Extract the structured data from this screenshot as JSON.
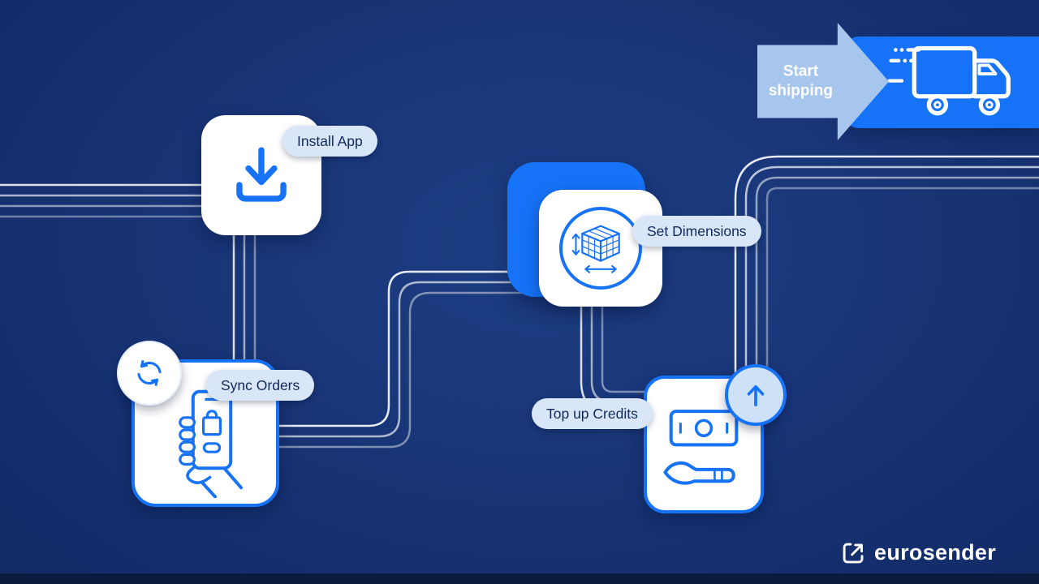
{
  "colors": {
    "accent_blue": "#1673f8",
    "arrow_light_blue": "#a7c6ee",
    "pill_bg": "#d9e6f8",
    "pill_text": "#0e2a5c",
    "background_center": "#1d3e84",
    "background_edge": "#0b1d4a",
    "connector_line": "#ffffff",
    "card_bg": "#ffffff"
  },
  "steps": [
    {
      "id": "install-app",
      "label": "Install App",
      "icon": "download-icon"
    },
    {
      "id": "sync-orders",
      "label": "Sync Orders",
      "icon": "phone-shopping-icon",
      "badge_icon": "sync-arrows-icon"
    },
    {
      "id": "set-dimensions",
      "label": "Set Dimensions",
      "icon": "package-dimensions-icon"
    },
    {
      "id": "top-up-credits",
      "label": "Top up Credits",
      "icon": "money-in-hand-icon",
      "badge_icon": "arrow-up-icon"
    }
  ],
  "final_step": {
    "label": "Start shipping",
    "icon": "delivery-truck-icon"
  },
  "brand": {
    "name": "eurosender",
    "icon": "eurosender-logo-icon"
  }
}
